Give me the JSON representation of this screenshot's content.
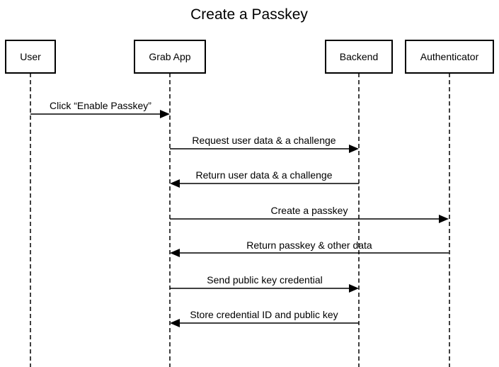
{
  "title": "Create a Passkey",
  "participants": [
    {
      "id": "user",
      "label": "User"
    },
    {
      "id": "app",
      "label": "Grab App"
    },
    {
      "id": "backend",
      "label": "Backend"
    },
    {
      "id": "auth",
      "label": "Authenticator"
    }
  ],
  "messages": [
    {
      "from": "user",
      "to": "app",
      "label": "Click “Enable Passkey”"
    },
    {
      "from": "app",
      "to": "backend",
      "label": "Request user data & a challenge"
    },
    {
      "from": "backend",
      "to": "app",
      "label": "Return user data & a challenge"
    },
    {
      "from": "app",
      "to": "auth",
      "label": "Create a passkey"
    },
    {
      "from": "auth",
      "to": "app",
      "label": "Return passkey & other data"
    },
    {
      "from": "app",
      "to": "backend",
      "label": "Send public key credential"
    },
    {
      "from": "backend",
      "to": "app",
      "label": "Store credential ID and public key"
    }
  ]
}
